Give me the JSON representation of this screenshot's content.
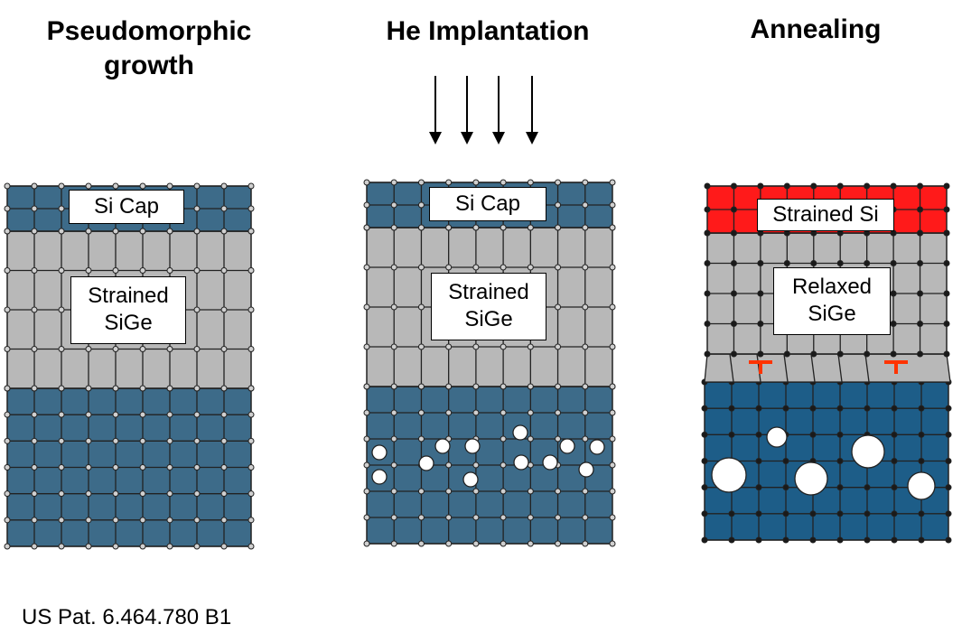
{
  "panels": [
    {
      "title": "Pseudomorphic growth",
      "labels": {
        "cap": "Si Cap",
        "sige": "Strained SiGe"
      }
    },
    {
      "title": "He Implantation",
      "labels": {
        "cap": "Si Cap",
        "sige": "Strained SiGe"
      }
    },
    {
      "title": "Annealing",
      "labels": {
        "cap": "Strained Si",
        "sige": "Relaxed SiGe"
      }
    }
  ],
  "citation": "US Pat. 6.464.780 B1",
  "colors": {
    "substrate": "#3d6b89",
    "substrate_annealed": "#1d5d88",
    "sige": "#b8b8b8",
    "cap": "#3d6b89",
    "strained_si": "#ff1a1a",
    "dislocation": "#ff3300"
  }
}
